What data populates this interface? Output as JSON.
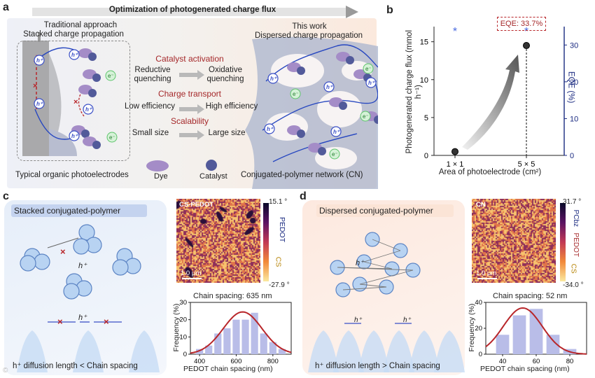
{
  "labels": {
    "a": "a",
    "b": "b",
    "c": "c",
    "d": "d"
  },
  "panel_a": {
    "banner": "Optimization of photogenerated charge flux",
    "left_title1": "Traditional approach",
    "left_title2": "Stacked charge propagation",
    "right_title1": "This work",
    "right_title2": "Dispersed charge propagation",
    "cat_title": "Catalyst activation",
    "cat_from": "Reductive\nquenching",
    "cat_to": "Oxidative\nquenching",
    "ct_title": "Charge transport",
    "ct_from": "Low efficiency",
    "ct_to": "High efficiency",
    "sc_title": "Scalability",
    "sc_from": "Small size",
    "sc_to": "Large size",
    "bottom_left": "Typical organic photoelectrodes",
    "legend_dye": "Dye",
    "legend_cat": "Catalyst",
    "bottom_right": "Conjugated-polymer network (CN)",
    "hplus": "h⁺",
    "eminus": "e⁻"
  },
  "panel_b": {
    "annot": "EQE: 33.7%",
    "ylabel_left": "Photogenerated charge flux (mmol h⁻¹)",
    "ylabel_right": "EQE (%)",
    "xlabel": "Area of photoelectrode (cm²)",
    "chart_data": {
      "type": "scatter",
      "categories": [
        "1 × 1",
        "5 × 5"
      ],
      "series": [
        {
          "axis": "left",
          "values": [
            0.5,
            14.5
          ]
        },
        {
          "axis": "right",
          "values": [
            33.7,
            33.7
          ]
        }
      ],
      "ylim_left": [
        0,
        17
      ],
      "yticks_left": [
        0,
        5,
        10,
        15
      ],
      "ylim_right": [
        0,
        35
      ],
      "yticks_right": [
        0,
        10,
        20,
        30
      ]
    }
  },
  "panel_c": {
    "title": "Stacked conjugated-polymer",
    "afm_label": "CS-PEDOT",
    "scale": "1.0 μm",
    "cbar_max": "15.1 °",
    "cbar_min": "-27.9 °",
    "cbar_top": "PEDOT",
    "cbar_bottom": "CS",
    "hplus": "h⁺",
    "bottom": "h⁺ diffusion length  <  Chain spacing",
    "hist_title": "Chain spacing: 635 nm",
    "hist_ylabel": "Frequency (%)",
    "hist_xlabel": "PEDOT chain spacing (nm)",
    "chart_data": {
      "type": "bar",
      "x": [
        400,
        450,
        500,
        550,
        600,
        650,
        700,
        750,
        800,
        850
      ],
      "values": [
        3,
        5,
        12,
        15,
        20,
        20,
        24,
        12,
        7,
        3
      ],
      "xticks": [
        400,
        600,
        800
      ],
      "yticks": [
        0,
        10,
        20,
        30
      ],
      "ylim": [
        0,
        30
      ],
      "fit_center": 635
    }
  },
  "panel_d": {
    "title": "Dispersed conjugated-polymer",
    "afm_label": "CN",
    "scale": "1.0 μm",
    "cbar_max": "31.7 °",
    "cbar_min": "-34.0 °",
    "cbar_top": "PCbz",
    "cbar_mid": "PEDOT",
    "cbar_bottom": "CS",
    "hplus": "h⁺",
    "bottom": "h⁺ diffusion length  >  Chain spacing",
    "hist_title": "Chain spacing: 52 nm",
    "hist_ylabel": "Frequency (%)",
    "hist_xlabel": "PEDOT chain spacing (nm)",
    "chart_data": {
      "type": "bar",
      "x": [
        40,
        50,
        60,
        70,
        80
      ],
      "values": [
        15,
        30,
        35,
        15,
        4
      ],
      "xticks": [
        40,
        60,
        80
      ],
      "yticks": [
        0,
        20,
        40
      ],
      "ylim": [
        0,
        40
      ],
      "fit_center": 52
    }
  },
  "colors": {
    "navy": "#1a2a80",
    "red": "#b8262a",
    "dye": "#a48cc7",
    "catalyst": "#525a9a",
    "hole": "#3a4fc6",
    "electron": "#5cc46a",
    "bubble": "#b8d3f2"
  },
  "footer": "©"
}
